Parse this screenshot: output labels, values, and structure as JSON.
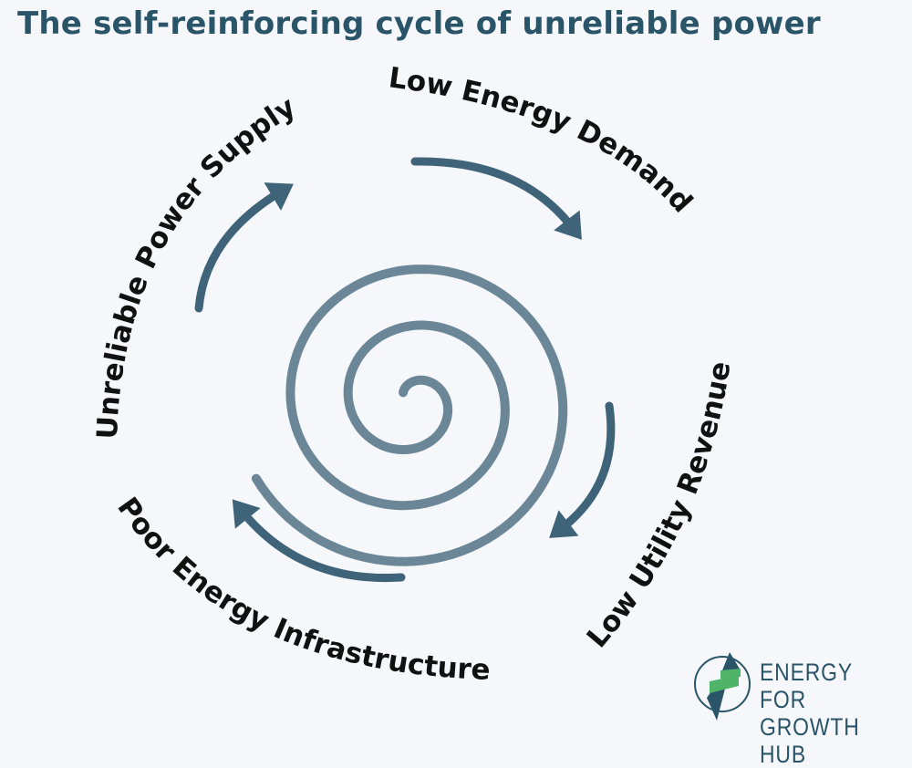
{
  "title": "The self-reinforcing cycle of unreliable power",
  "cycle": {
    "stages": [
      "Unreliable  Power Supply",
      "Low Energy Demand",
      "Low Utility Revenue",
      "Poor Energy Infrastructure"
    ]
  },
  "colors": {
    "title": "#2a5468",
    "arrow": "#3f6378",
    "spiral": "#6b8797",
    "logo_green": "#4fb36a",
    "logo_dark": "#2a5468"
  },
  "logo": {
    "line1": "ENERGY FOR",
    "line2": "GROWTH HUB"
  }
}
